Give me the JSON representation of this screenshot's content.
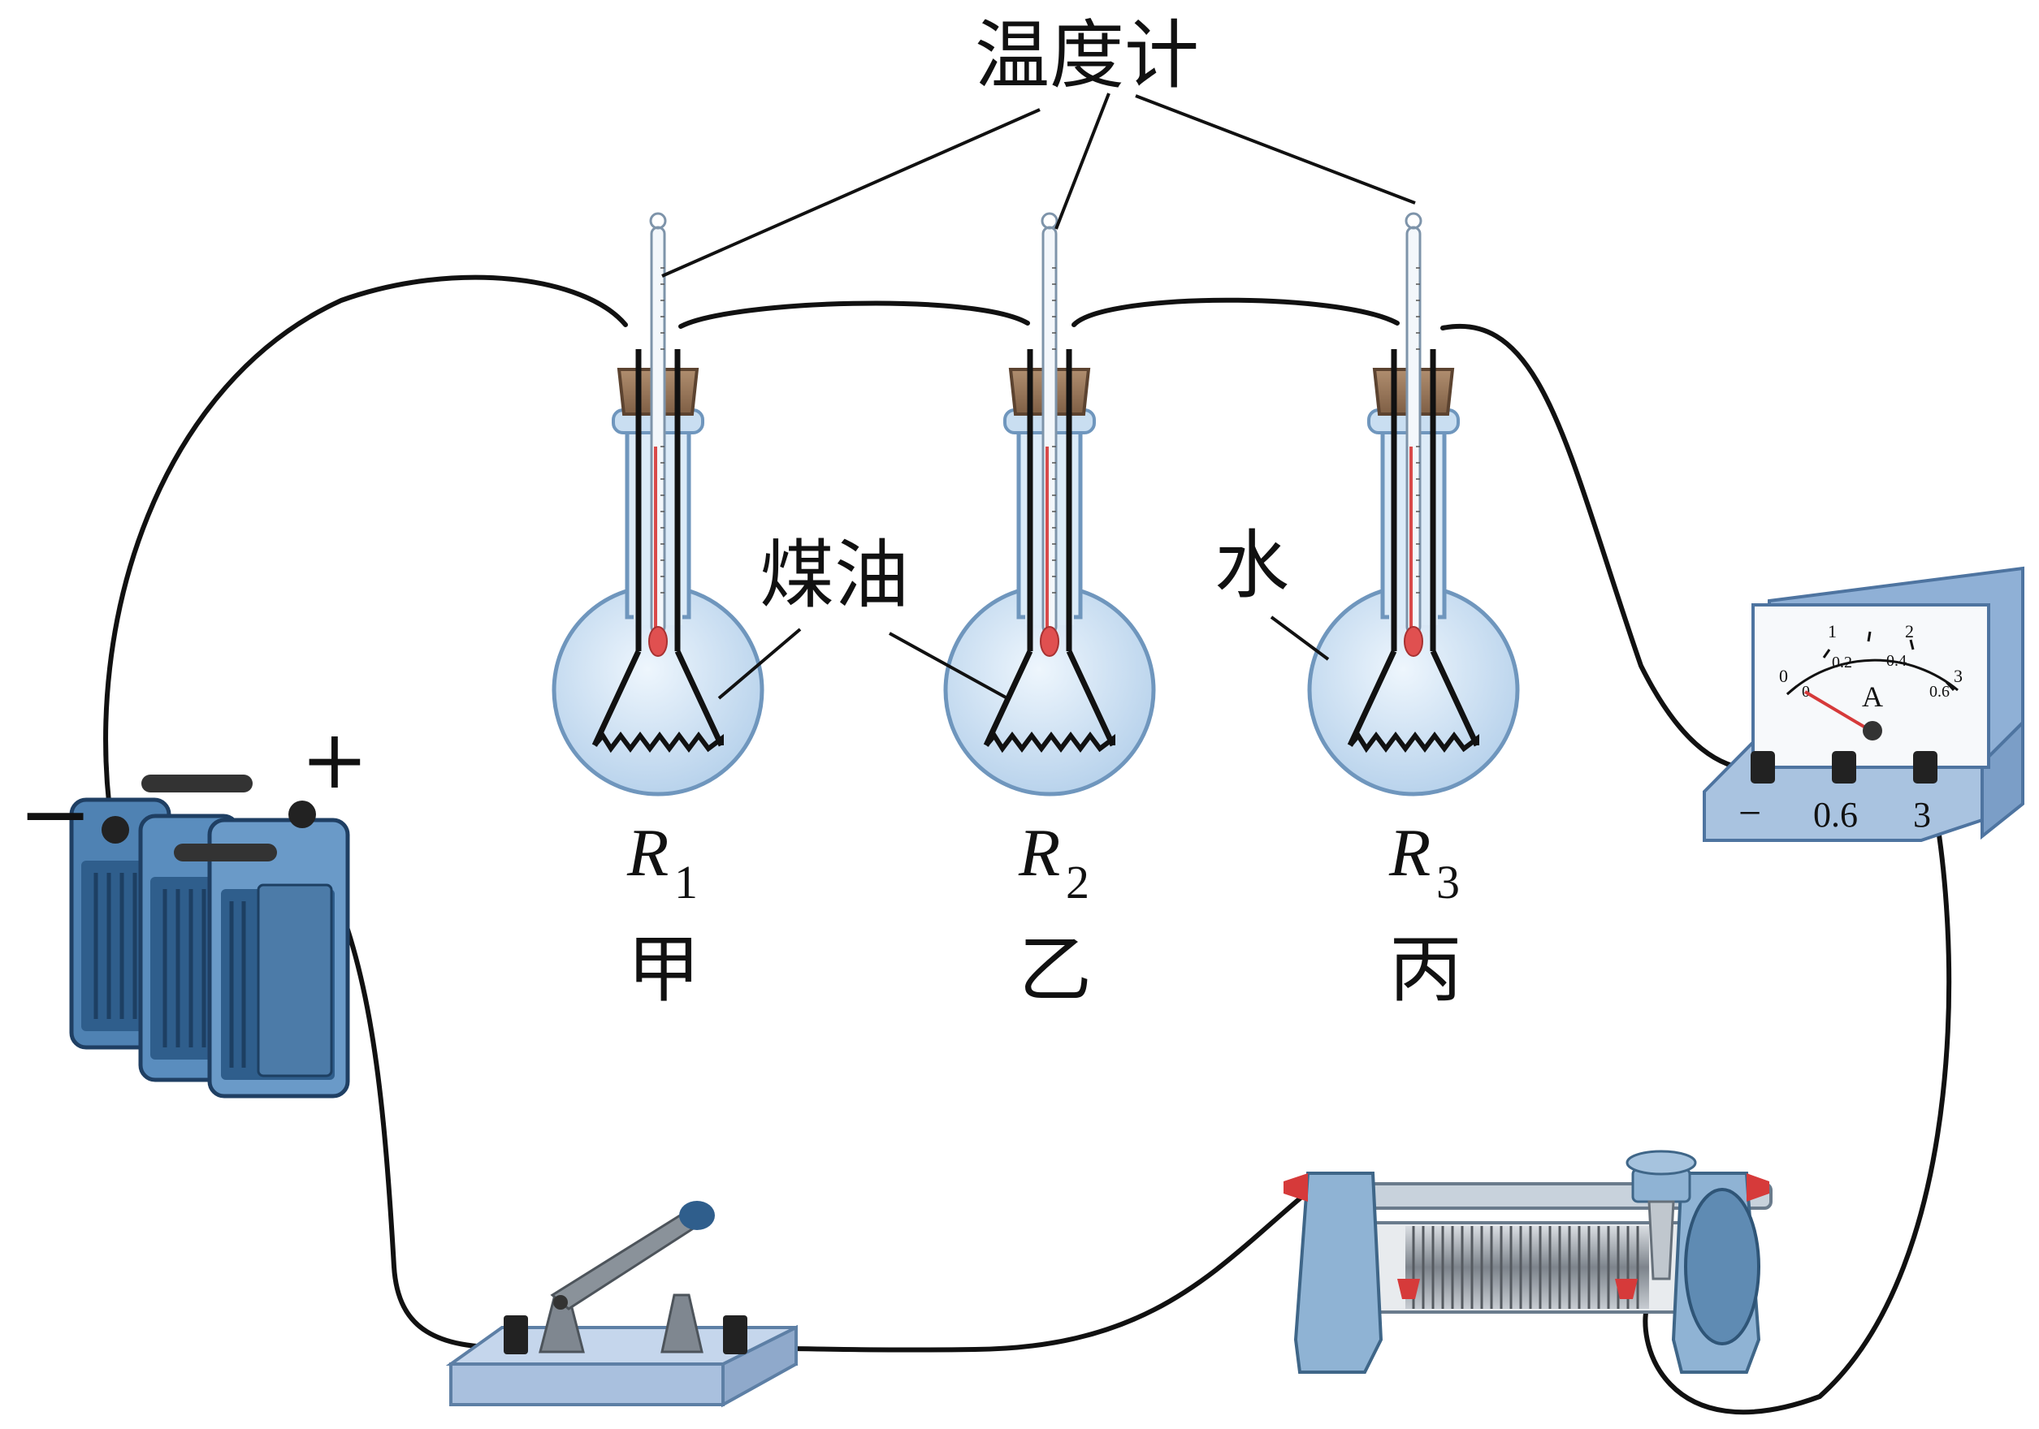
{
  "labels": {
    "thermometer": "温度计",
    "kerosene": "煤油",
    "water": "水",
    "minus": "−",
    "plus": "+"
  },
  "flasks": [
    {
      "r_letter": "R",
      "r_index": "1",
      "name": "甲"
    },
    {
      "r_letter": "R",
      "r_index": "2",
      "name": "乙"
    },
    {
      "r_letter": "R",
      "r_index": "3",
      "name": "丙"
    }
  ],
  "ammeter": {
    "unit": "A",
    "terminals": [
      "−",
      "0.6",
      "3"
    ],
    "scale_top": [
      "0",
      "1",
      "2",
      "3"
    ],
    "scale_bottom": [
      "0",
      "0.2",
      "0.4",
      "0.6"
    ]
  },
  "colors": {
    "glass": "#c9dff2",
    "stopper": "#9c7a5c",
    "metal": "#8fb3d4",
    "battery": "#3f6f9e",
    "liquid_red": "#d94a4a"
  }
}
